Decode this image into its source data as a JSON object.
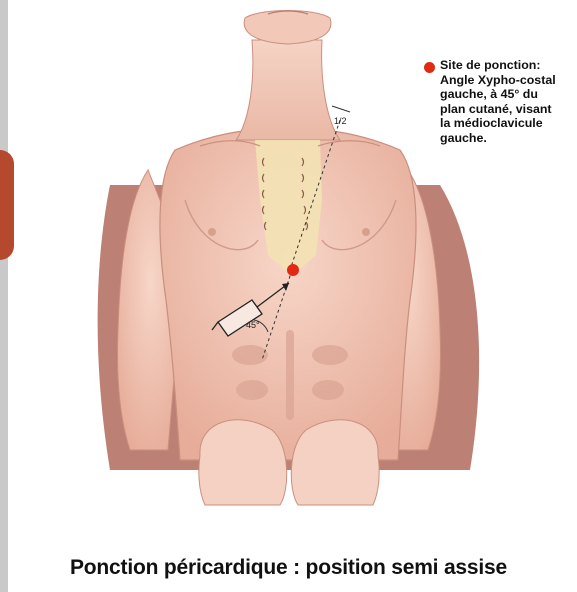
{
  "legend": {
    "marker_color": "#e02b12",
    "lines": [
      "Site de ponction:",
      "Angle Xypho-costal",
      "gauche, à 45° du",
      "plan cutané, visant",
      "la médioclavicule",
      "gauche."
    ]
  },
  "diagram": {
    "fraction_label": "1/2",
    "angle_label": "45°",
    "puncture_color": "#e02b12",
    "skin_color": "#f2c7b8",
    "shadow_color": "#dba595",
    "background_shadow_color": "#b06a5c"
  },
  "caption": "Ponction péricardique : position semi assise"
}
